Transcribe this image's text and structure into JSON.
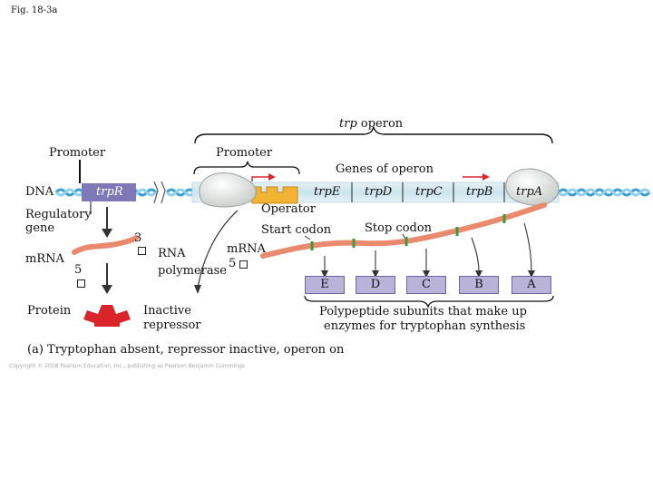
{
  "figure_label": "Fig. 18-3a",
  "operon_label": "trp",
  "operon_label_suffix": " operon",
  "promoter_left": "Promoter",
  "promoter_right": "Promoter",
  "genes_of_operon": "Genes of operon",
  "dna": "DNA",
  "trpR": "trpR",
  "regulatory_gene": [
    "Regulatory",
    "gene"
  ],
  "operator": "Operator",
  "start_codon": "Start codon",
  "stop_codon": "Stop codon",
  "mrna_left": "mRNA",
  "mrna_center": "mRNA",
  "three_prime": "3",
  "five_prime_left": "5",
  "five_prime_center": "5",
  "rna_polymerase": [
    "RNA",
    "polymerase"
  ],
  "protein": "Protein",
  "inactive_repressor": [
    "Inactive",
    "repressor"
  ],
  "genes": [
    "trpE",
    "trpD",
    "trpC",
    "trpB",
    "trpA"
  ],
  "polypeptides": [
    "E",
    "D",
    "C",
    "B",
    "A"
  ],
  "polypeptide_caption": [
    "Polypeptide subunits that make up",
    "enzymes for tryptophan synthesis"
  ],
  "caption": "(a) Tryptophan absent, repressor inactive, operon on",
  "copyright": "Copyright © 2008 Pearson Education, Inc., publishing as Pearson Benjamin Cummings",
  "colors": {
    "dna_band": "#d3e7ef",
    "dna_helix": "#3a9fd2",
    "regulatory_gene": "#7e78b6",
    "operator": "#f2b233",
    "mrna": "#e98a6e",
    "polypeptide": "#b9b3d9",
    "repressor": "#d9242a",
    "arrow": "#d92a2a",
    "polymerase": "#e7ebe8"
  },
  "icons": [
    "start-arrow-icon",
    "repressor-icon",
    "rna-polymerase-icon"
  ]
}
